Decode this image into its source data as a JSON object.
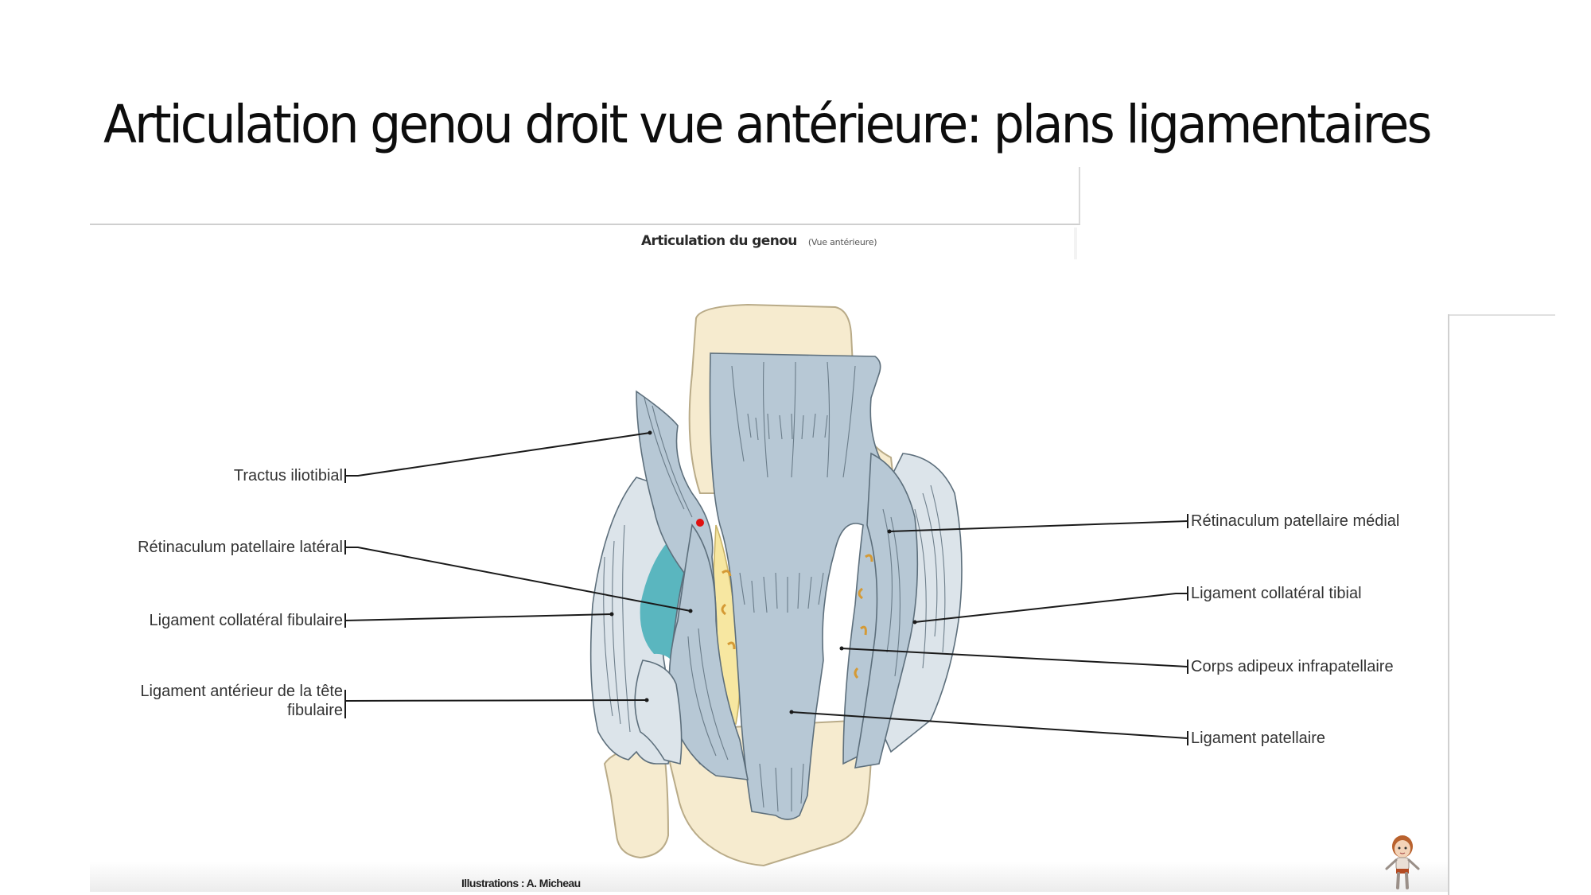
{
  "slide": {
    "title": "Articulation genou droit vue antérieure: plans ligamentaires"
  },
  "figure": {
    "heading": "Articulation du genou",
    "subheading": "(Vue antérieure)",
    "credit": "Illustrations : A. Micheau",
    "colors": {
      "bone": "#f6ebcf",
      "bone_stroke": "#b9ab88",
      "ligament": "#b7c8d5",
      "ligament_light": "#dce4ea",
      "ligament_stroke": "#5d6f7c",
      "fat": "#f7e7a1",
      "fat_curl": "#d59a35",
      "synovial_teal": "#5ab6bf",
      "marker_red": "#e01010",
      "leader": "#1a1a1a"
    },
    "labels_left": [
      {
        "text": "Tractus iliotibial"
      },
      {
        "text": "Rétinaculum patellaire latéral"
      },
      {
        "text": "Ligament collatéral fibulaire"
      },
      {
        "text": "Ligament antérieur de la tête",
        "text2": "fibulaire"
      }
    ],
    "labels_right": [
      {
        "text": "Rétinaculum patellaire médial"
      },
      {
        "text": "Ligament collatéral tibial"
      },
      {
        "text": "Corps adipeux infrapatellaire"
      },
      {
        "text": "Ligament patellaire"
      }
    ],
    "icons": {
      "body_figure": "child-figure-icon",
      "marker": "red-dot-marker"
    }
  }
}
